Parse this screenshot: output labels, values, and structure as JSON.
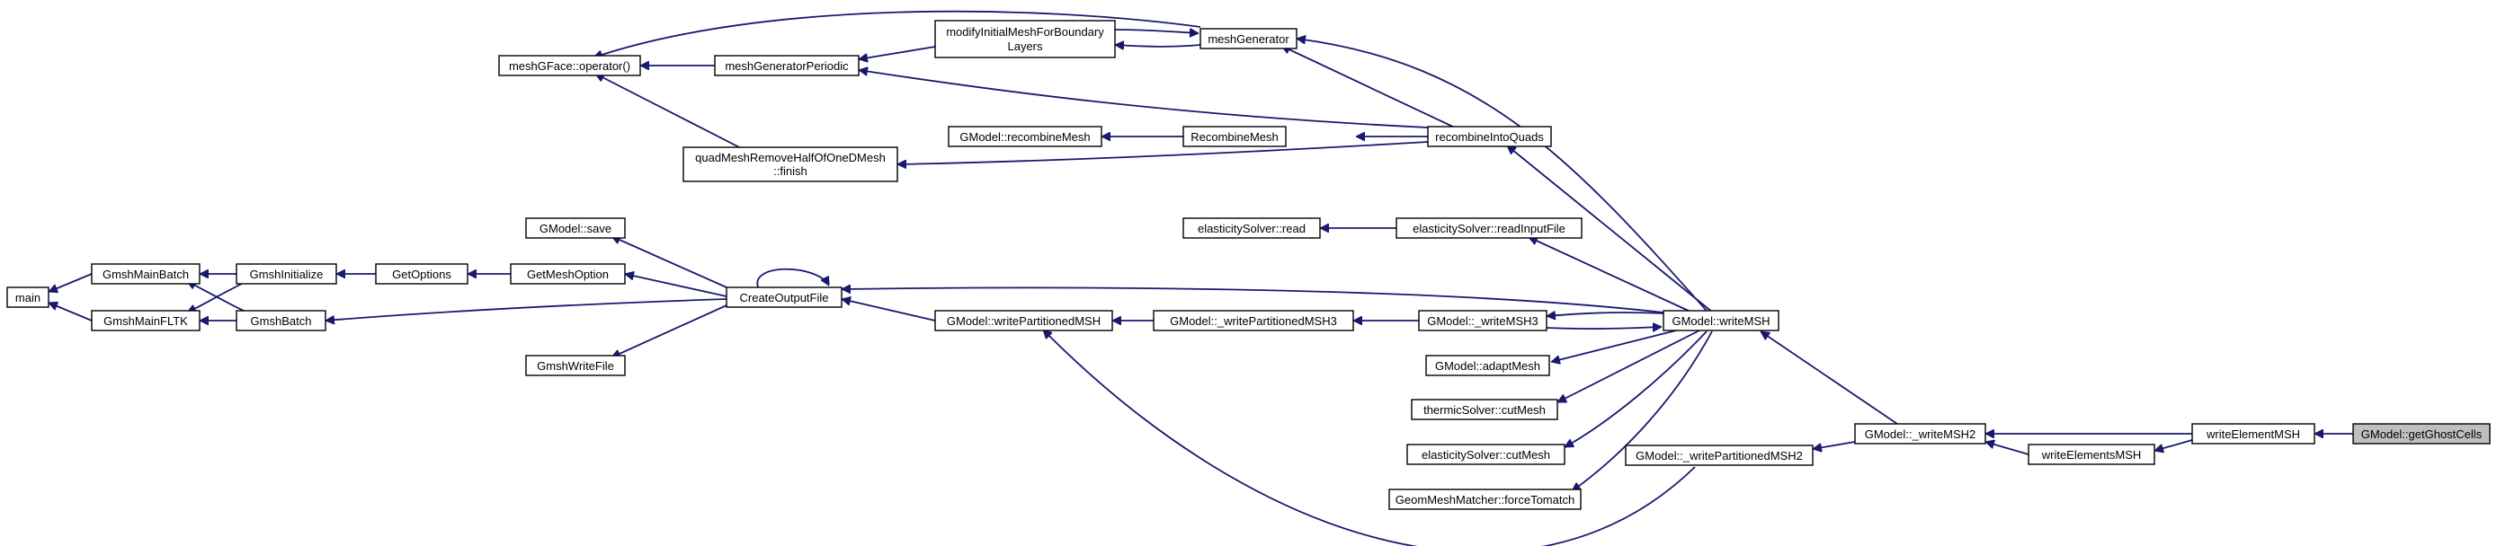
{
  "graph": {
    "edge_color": "#191970",
    "highlight_fill": "#bfbfbf",
    "nodes": {
      "main": {
        "label": "main"
      },
      "gmshMainBatch": {
        "label": "GmshMainBatch"
      },
      "gmshMainFLTK": {
        "label": "GmshMainFLTK"
      },
      "gmshInitialize": {
        "label": "GmshInitialize"
      },
      "gmshBatch": {
        "label": "GmshBatch"
      },
      "getOptions": {
        "label": "GetOptions"
      },
      "getMeshOption": {
        "label": "GetMeshOption"
      },
      "gmodelSave": {
        "label": "GModel::save"
      },
      "gmshWriteFile": {
        "label": "GmshWriteFile"
      },
      "createOutputFile": {
        "label": "CreateOutputFile"
      },
      "meshGFaceOperator": {
        "label": "meshGFace::operator()"
      },
      "meshGeneratorPeriodic": {
        "label": "meshGeneratorPeriodic"
      },
      "modifyInitialMesh": {
        "label_line1": "modifyInitialMeshForBoundary",
        "label_line2": "Layers"
      },
      "meshGenerator": {
        "label": "meshGenerator"
      },
      "quadMeshRemoveHalf": {
        "label_line1": "quadMeshRemoveHalfOfOneDMesh",
        "label_line2": "::finish"
      },
      "gmodelRecombineMesh": {
        "label": "GModel::recombineMesh"
      },
      "recombineMesh": {
        "label": "RecombineMesh"
      },
      "recombineIntoQuads": {
        "label": "recombineIntoQuads"
      },
      "elasticityRead": {
        "label": "elasticitySolver::read"
      },
      "elasticityReadInput": {
        "label": "elasticitySolver::readInputFile"
      },
      "writePartitionedMSH": {
        "label": "GModel::writePartitionedMSH"
      },
      "writePartitionedMSH3": {
        "label": "GModel::_writePartitionedMSH3"
      },
      "writeMSH3": {
        "label": "GModel::_writeMSH3"
      },
      "writeMSH": {
        "label": "GModel::writeMSH"
      },
      "adaptMesh": {
        "label": "GModel::adaptMesh"
      },
      "thermicCutMesh": {
        "label": "thermicSolver::cutMesh"
      },
      "elasticityCutMesh": {
        "label": "elasticitySolver::cutMesh"
      },
      "forceTomatch": {
        "label": "GeomMeshMatcher::forceTomatch"
      },
      "writePartitionedMSH2": {
        "label": "GModel::_writePartitionedMSH2"
      },
      "writeMSH2": {
        "label": "GModel::_writeMSH2"
      },
      "writeElementsMSH": {
        "label": "writeElementsMSH"
      },
      "writeElementMSH": {
        "label": "writeElementMSH"
      },
      "getGhostCells": {
        "label": "GModel::getGhostCells"
      }
    }
  }
}
